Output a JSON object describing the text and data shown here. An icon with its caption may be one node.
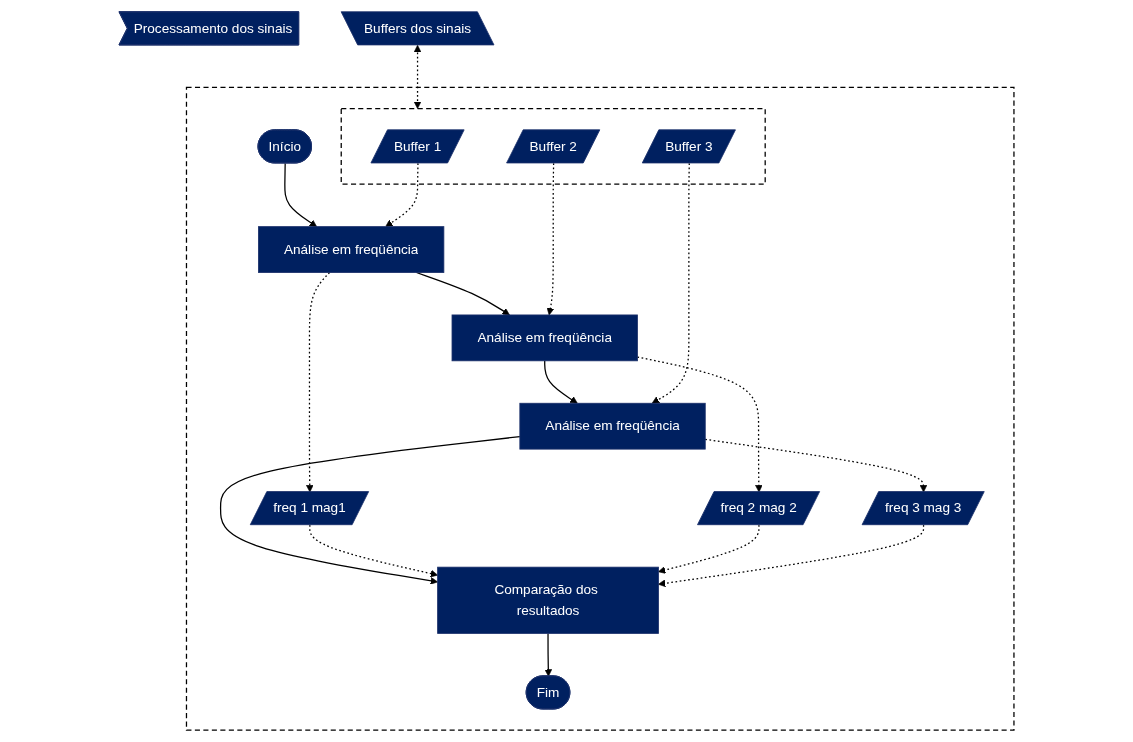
{
  "diagram": {
    "nodes": [
      {
        "text": [
          "Processamento dos sinais"
        ]
      },
      {
        "text": [
          "Buffers dos sinais"
        ]
      },
      {
        "text": [],
        "shape": "box"
      },
      {
        "text": [
          "Início"
        ],
        "in": 2
      },
      {
        "text": [
          "freq 1 mag1"
        ],
        "in": 2
      },
      {
        "text": [
          "Análise em freqüência"
        ],
        "in": 2
      },
      {
        "text": [],
        "shape": "box",
        "in": 2
      },
      {
        "text": [
          "Buffer 1"
        ],
        "in": 6
      },
      {
        "text": [
          "freq 2 mag 2"
        ],
        "in": 2
      },
      {
        "text": [
          "Análise em freqüência"
        ],
        "in": 2
      },
      {
        "text": [
          "Buffer 2"
        ],
        "in": 6
      },
      {
        "text": [
          "freq 3 mag 3"
        ],
        "in": 2
      },
      {
        "text": [
          "Análise em freqüência"
        ],
        "in": 2
      },
      {
        "text": [
          "Buffer 3"
        ],
        "in": 6
      },
      {
        "text": [
          "Comparação dos resultados"
        ],
        "in": 2
      },
      {
        "text": [
          "Fim"
        ],
        "in": 2
      }
    ],
    "edges": [
      {
        "from": 3,
        "to": 5,
        "arrow": "to"
      },
      {
        "from": 5,
        "to": 9,
        "arrow": "to"
      },
      {
        "from": 9,
        "to": 12,
        "arrow": "to"
      },
      {
        "from": 12,
        "to": 14,
        "arrow": "to"
      },
      {
        "from": 14,
        "to": 15,
        "arrow": "to"
      },
      {
        "from": 7,
        "to": 5,
        "arrow": "to",
        "style": "dashed"
      },
      {
        "from": 10,
        "to": 9,
        "arrow": "to",
        "style": "dashed"
      },
      {
        "from": 13,
        "to": 12,
        "arrow": "to",
        "style": "dashed"
      },
      {
        "from": 5,
        "to": 4,
        "arrow": "to",
        "style": "dashed"
      },
      {
        "from": 9,
        "to": 8,
        "arrow": "to",
        "style": "dashed"
      },
      {
        "from": 12,
        "to": 11,
        "arrow": "to",
        "style": "dashed"
      },
      {
        "from": 4,
        "to": 14,
        "arrow": "to",
        "style": "dashed"
      },
      {
        "from": 8,
        "to": 14,
        "arrow": "to",
        "style": "dashed"
      },
      {
        "from": 11,
        "to": 14,
        "arrow": "to",
        "style": "dashed"
      },
      {
        "from": 1,
        "to": 6,
        "arrow": "both",
        "style": "dashed"
      }
    ]
  }
}
